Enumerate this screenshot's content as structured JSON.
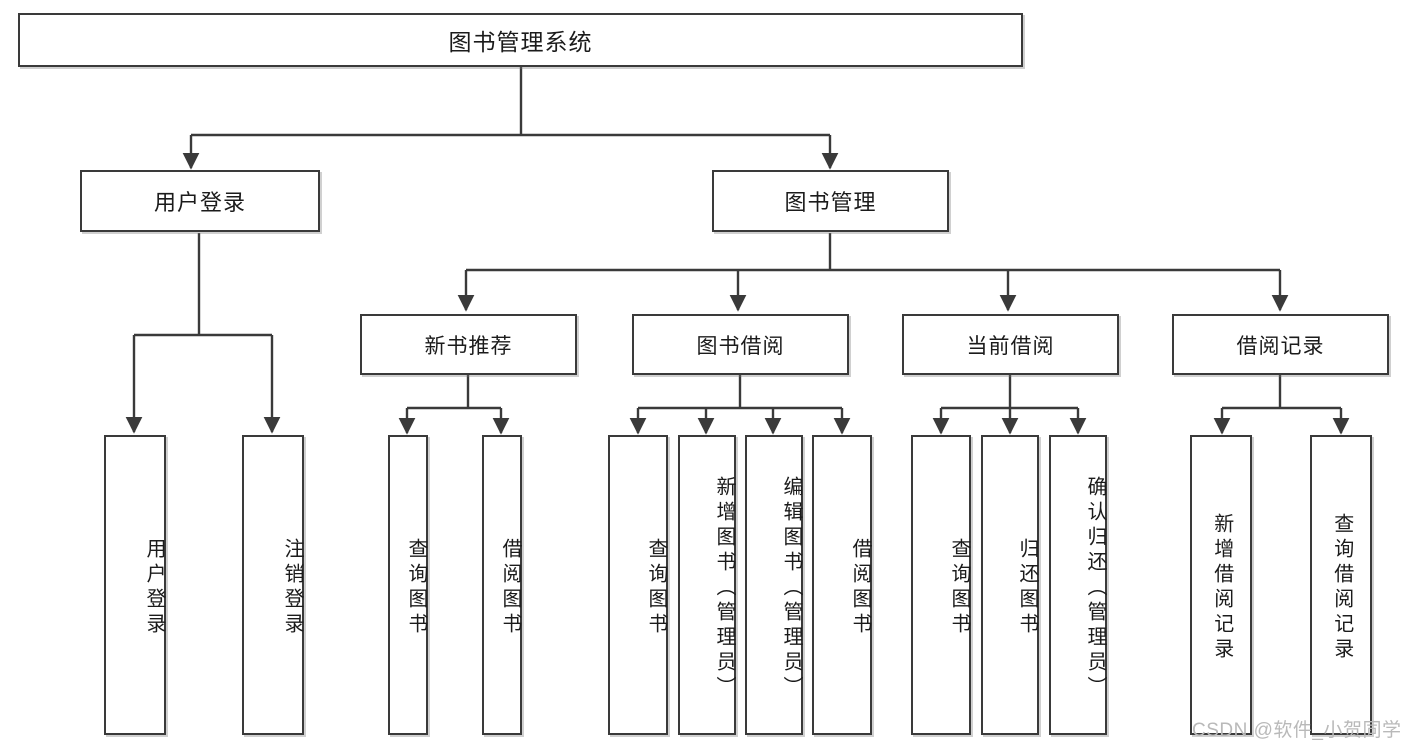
{
  "diagram": {
    "title": "图书管理系统",
    "type": "tree",
    "root": {
      "label": "图书管理系统"
    },
    "level1": [
      {
        "label": "用户登录"
      },
      {
        "label": "图书管理"
      }
    ],
    "level2": [
      {
        "label": "新书推荐"
      },
      {
        "label": "图书借阅"
      },
      {
        "label": "当前借阅"
      },
      {
        "label": "借阅记录"
      }
    ],
    "leaves": {
      "user_login": [
        {
          "label": "用户登录"
        },
        {
          "label": "注销登录"
        }
      ],
      "new_book_recommend": [
        {
          "label": "查询图书"
        },
        {
          "label": "借阅图书"
        }
      ],
      "book_borrow": [
        {
          "label": "查询图书"
        },
        {
          "label": "新增图书（管理员）"
        },
        {
          "label": "编辑图书（管理员）"
        },
        {
          "label": "借阅图书"
        }
      ],
      "current_borrow": [
        {
          "label": "查询图书"
        },
        {
          "label": "归还图书"
        },
        {
          "label": "确认归还（管理员）"
        }
      ],
      "borrow_record": [
        {
          "label": "新增借阅记录"
        },
        {
          "label": "查询借阅记录"
        }
      ]
    }
  },
  "watermark": {
    "text": "CSDN @软件_小贺同学"
  },
  "colors": {
    "border": "#3a3a3a",
    "fill": "#ffffff",
    "text": "#1b1b1b",
    "line": "#3a3a3a",
    "watermark": "#b9b9b9"
  }
}
